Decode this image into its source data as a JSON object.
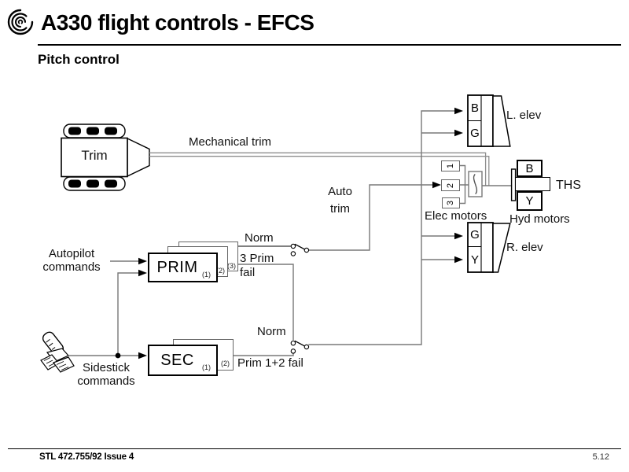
{
  "header": {
    "title": "A330 flight controls - EFCS",
    "subtitle": "Pitch control",
    "logo": "swirl-logo"
  },
  "footer": {
    "document_ref": "STL 472.755/92 Issue 4",
    "page_number": "5.12"
  },
  "diagram": {
    "trim_wheel": {
      "label": "Trim"
    },
    "mechanical_trim_label": "Mechanical trim",
    "auto_trim": {
      "line1": "Auto",
      "line2": "trim"
    },
    "autopilot": {
      "line1": "Autopilot",
      "line2": "commands"
    },
    "sidestick": {
      "line1": "Sidestick",
      "line2": "commands"
    },
    "prim": {
      "label": "PRIM",
      "unit1": "(1)",
      "unit2": "(2)",
      "unit3": "(3)"
    },
    "sec": {
      "label": "SEC",
      "unit1": "(1)",
      "unit2": "(2)"
    },
    "prim_switch": {
      "norm": "Norm",
      "fail_line1": "3 Prim",
      "fail_line2": "fail"
    },
    "sec_switch": {
      "norm": "Norm",
      "fail": "Prim 1+2 fail"
    },
    "elec_motors": {
      "label": "Elec motors",
      "motor1": "1",
      "motor2": "2",
      "motor3": "3"
    },
    "hyd_motors_label": "Hyd motors",
    "ths": {
      "label": "THS",
      "motor_blue": "B",
      "motor_yellow": "Y"
    },
    "left_elevator": {
      "label": "L. elev",
      "actuator_top": "B",
      "actuator_bottom": "G"
    },
    "right_elevator": {
      "label": "R. elev",
      "actuator_top": "G",
      "actuator_bottom": "Y"
    }
  },
  "colors": {
    "ink": "#000000",
    "wire": "#787878",
    "mech_trim": "#8f8f8f"
  }
}
